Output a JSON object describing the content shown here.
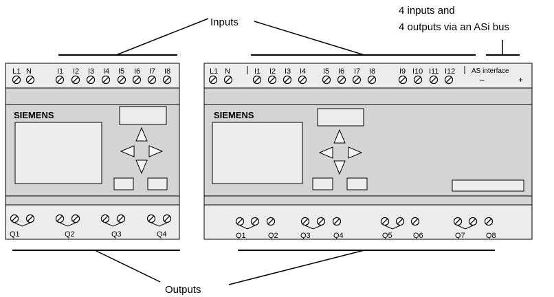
{
  "callouts": {
    "inputs": "Inputs",
    "outputs": "Outputs",
    "asi_line1": "4 inputs and",
    "asi_line2": "4 outputs via an ASi bus"
  },
  "module_small": {
    "brand": "SIEMENS",
    "power": [
      "L1",
      "N"
    ],
    "inputs": [
      "I1",
      "I2",
      "I3",
      "I4",
      "I5",
      "I6",
      "I7",
      "I8"
    ],
    "outputs": [
      "Q1",
      "Q2",
      "Q3",
      "Q4"
    ]
  },
  "module_large": {
    "brand": "SIEMENS",
    "power": [
      "L1",
      "N"
    ],
    "inputs": [
      "I1",
      "I2",
      "I3",
      "I4",
      "I5",
      "I6",
      "I7",
      "I8",
      "I9",
      "I10",
      "I11",
      "I12"
    ],
    "as_interface": "AS interface",
    "as_minus": "–",
    "as_plus": "+",
    "outputs": [
      "Q1",
      "Q2",
      "Q3",
      "Q4",
      "Q5",
      "Q6",
      "Q7",
      "Q8"
    ]
  }
}
